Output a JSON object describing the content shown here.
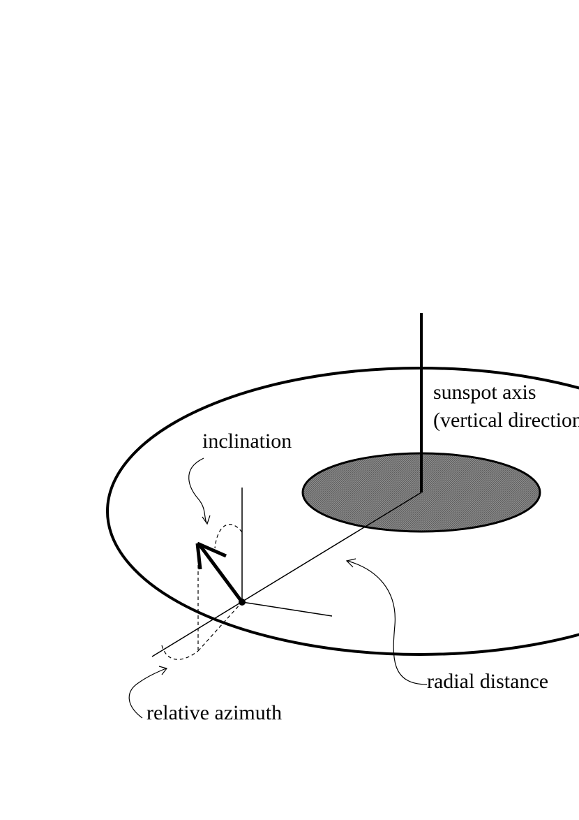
{
  "labels": {
    "sunspot_axis_line1": "sunspot axis",
    "sunspot_axis_line2": "(vertical direction)",
    "inclination": "inclination",
    "radial_distance": "radial distance",
    "relative_azimuth": "relative azimuth"
  },
  "colors": {
    "ink": "#000000",
    "umbra_fill": "#8a8a8a",
    "background": "#ffffff"
  }
}
